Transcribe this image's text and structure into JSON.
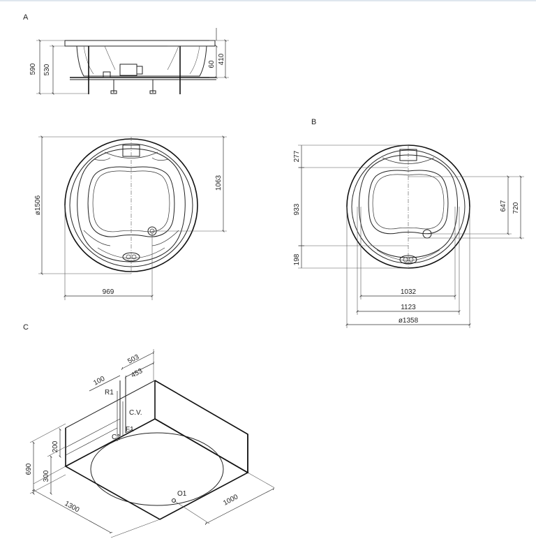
{
  "sections": {
    "a": "A",
    "b": "B",
    "c": "C"
  },
  "view_a": {
    "dim_590": "590",
    "dim_530": "530",
    "dim_60": "60",
    "dim_410": "410"
  },
  "view_plan": {
    "diameter": "ø1506",
    "depth_1063": "1063",
    "width_969": "969"
  },
  "view_b": {
    "dim_277": "277",
    "dim_933": "933",
    "dim_198": "198",
    "dim_647": "647",
    "dim_720": "720",
    "dim_1032": "1032",
    "dim_1123": "1123",
    "diameter": "ø1358"
  },
  "view_c": {
    "dim_503": "503",
    "dim_453": "453",
    "dim_100": "100",
    "label_r1": "R1",
    "label_cv": "C.V.",
    "label_f1": "F1",
    "label_c1": "C1",
    "dim_200": "200",
    "dim_690": "690",
    "dim_300": "300",
    "dim_1300": "1300",
    "dim_1000": "1000",
    "label_o1": "O1"
  }
}
